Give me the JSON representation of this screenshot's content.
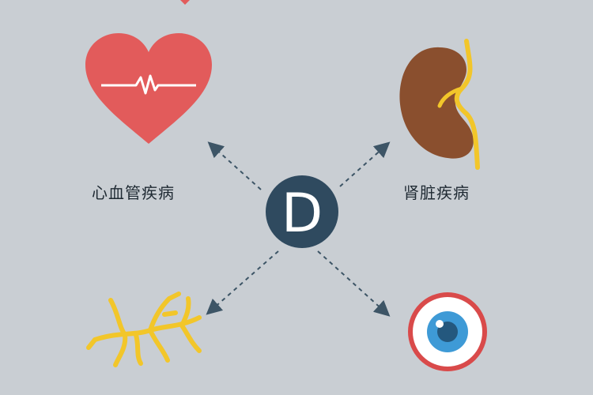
{
  "center": {
    "letter": "D",
    "color": "#2f4a5f",
    "text_color": "#ffffff"
  },
  "nodes": [
    {
      "id": "cardiovascular",
      "label": "心血管疾病",
      "icon": "heart-icon",
      "color": "#e25b5b"
    },
    {
      "id": "kidney",
      "label": "肾脏疾病",
      "icon": "kidney-icon",
      "color": "#8a4f2e"
    },
    {
      "id": "nerve",
      "label": "",
      "icon": "nerve-icon",
      "color": "#f2c62a"
    },
    {
      "id": "eye",
      "label": "",
      "icon": "eye-icon",
      "color": "#3e9ad6"
    }
  ],
  "arrows": {
    "style": "dashed",
    "color": "#3d5566"
  },
  "background": "#c9ced3"
}
